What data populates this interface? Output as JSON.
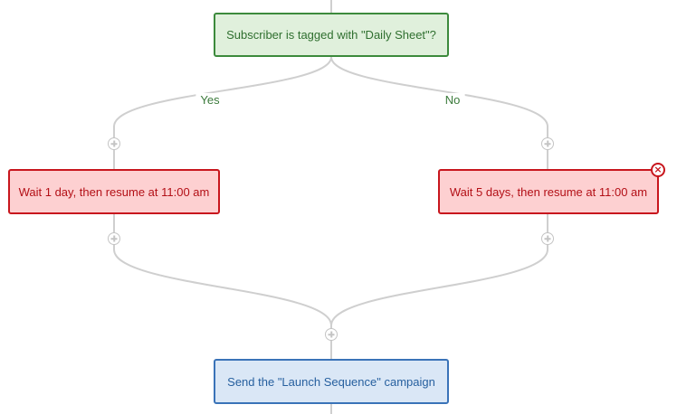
{
  "condition": {
    "label": "Subscriber is tagged with \"Daily Sheet\"?"
  },
  "branches": {
    "yes_label": "Yes",
    "no_label": "No"
  },
  "wait_yes": {
    "label": "Wait 1 day, then resume at 11:00 am"
  },
  "wait_no": {
    "label": "Wait 5 days, then resume at 11:00 am"
  },
  "action": {
    "label": "Send the \"Launch Sequence\" campaign"
  },
  "icons": {
    "add": "plus-circle-icon",
    "delete": "close-circle-icon"
  },
  "colors": {
    "condition_border": "#3c8a3c",
    "condition_fill": "#e0f0dc",
    "wait_border": "#c8161d",
    "wait_fill": "#fdd0d1",
    "action_border": "#3a73b8",
    "action_fill": "#dae7f6",
    "connector": "#cfcfcf"
  }
}
